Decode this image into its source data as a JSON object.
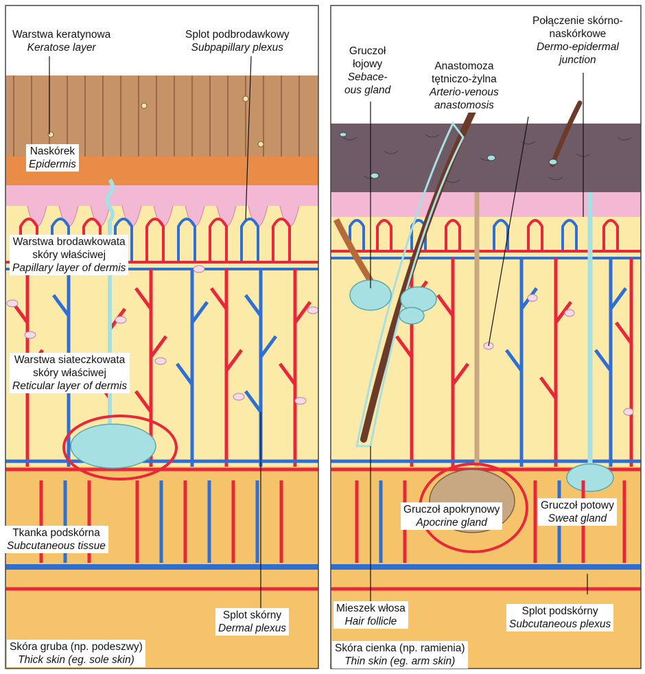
{
  "colors": {
    "stratum": "#c69268",
    "stratum_line": "#8a5a3c",
    "epidermis": "#e98c48",
    "pink": "#f2b8d4",
    "dermis": "#fbeaa8",
    "subcut": "#f5c46a",
    "artery": "#e8283a",
    "vein": "#2e6fd6",
    "gland": "#a6e0e2",
    "apocrine": "#c8a882",
    "hair": "#6b3a28",
    "thin_epidermis": "#6e5b66"
  },
  "labels": {
    "keratose": {
      "pl": "Warstwa keratynowa",
      "en": "Keratose layer"
    },
    "subpap_left": {
      "pl": "Splot podbrodawkowy",
      "en": "Subpapillary plexus"
    },
    "epidermis": {
      "pl": "Naskórek",
      "en": "Epidermis"
    },
    "papillary": {
      "pl1": "Warstwa brodawkowata",
      "pl2": "skóry właściwej",
      "en": "Papillary layer of dermis"
    },
    "reticular": {
      "pl1": "Warstwa siateczkowata",
      "pl2": "skóry właściwej",
      "en": "Reticular layer of dermis"
    },
    "subcutaneous": {
      "pl": "Tkanka podskórna",
      "en": "Subcutaneous tissue"
    },
    "dermal_plexus": {
      "pl": "Splot skórny",
      "en": "Dermal plexus"
    },
    "thick_skin": {
      "pl": "Skóra gruba (np. podeszwy)",
      "en": "Thick skin (eg. sole skin)"
    },
    "sebaceous": {
      "pl1": "Gruczoł",
      "pl2": "łojowy",
      "en1": "Sebace-",
      "en2": "ous gland"
    },
    "anastomosis": {
      "pl1": "Anastomoza",
      "pl2": "tętniczo-żylna",
      "en1": "Arterio-venous",
      "en2": "anastomosis"
    },
    "dej": {
      "pl1": "Połączenie skórno-",
      "pl2": "naskórkowe",
      "en1": "Dermo-epidermal",
      "en2": "junction"
    },
    "apocrine": {
      "pl": "Gruczoł apokrynowy",
      "en": "Apocrine gland"
    },
    "sweat": {
      "pl": "Gruczoł potowy",
      "en": "Sweat gland"
    },
    "hair_follicle": {
      "pl": "Mieszek włosa",
      "en": "Hair follicle"
    },
    "subcut_plexus": {
      "pl": "Splot podskórny",
      "en": "Subcutaneous plexus"
    },
    "thin_skin": {
      "pl": "Skóra cienka (np. ramienia)",
      "en": "Thin skin (eg. arm skin)"
    }
  }
}
